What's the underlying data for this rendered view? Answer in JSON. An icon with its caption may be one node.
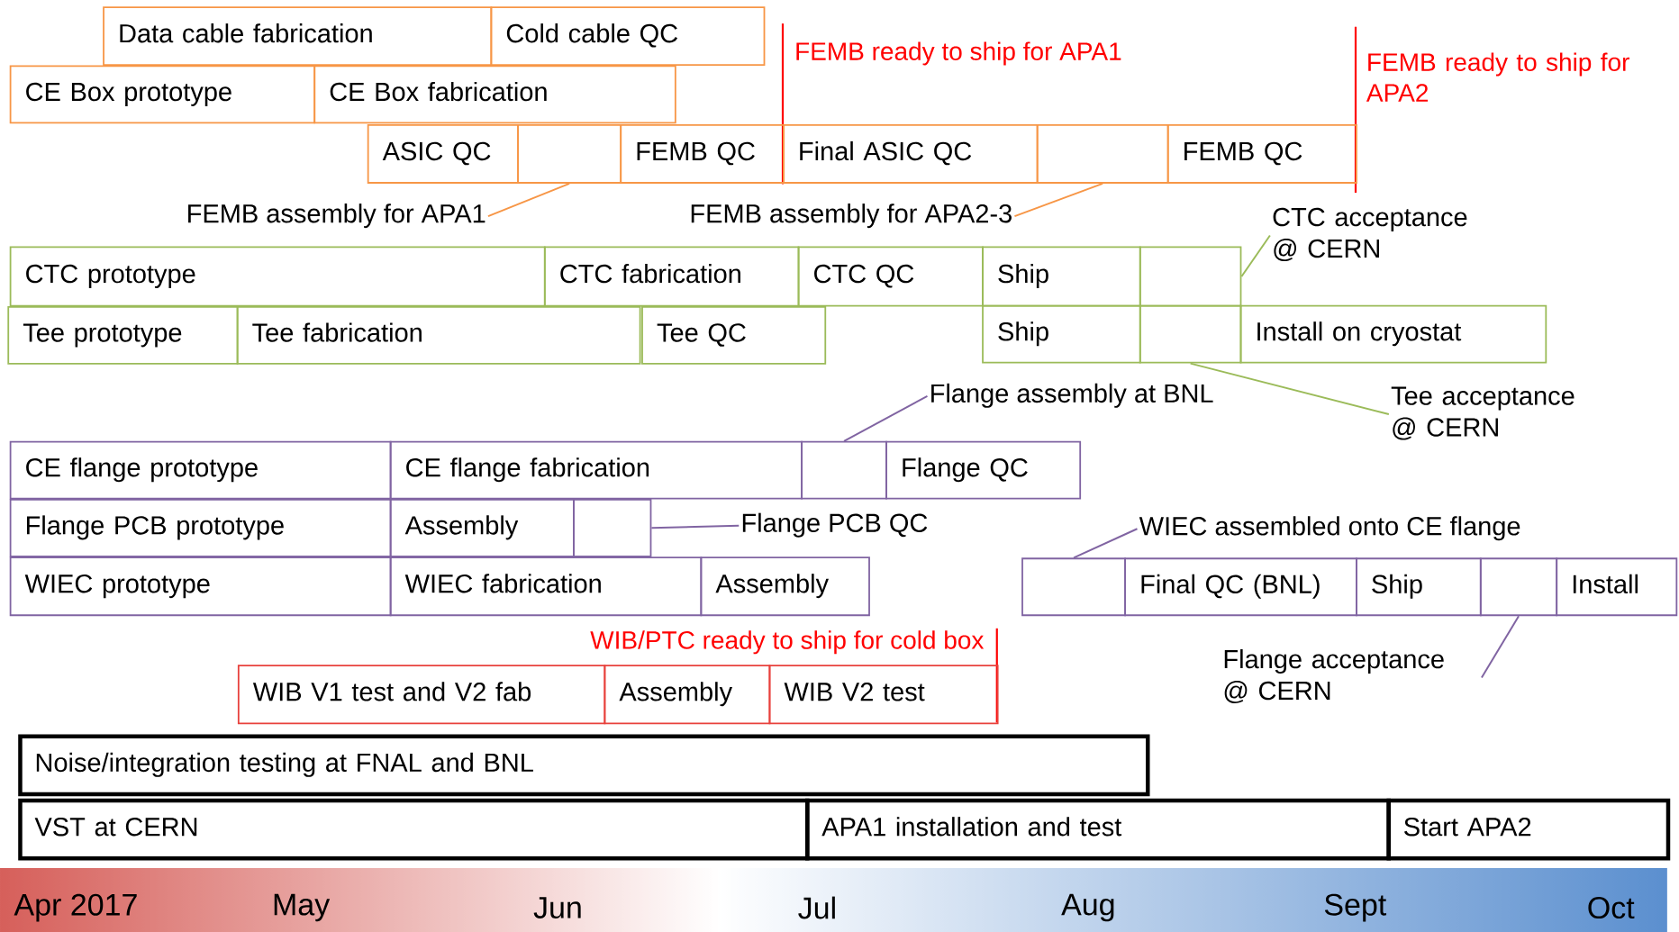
{
  "diagram": {
    "nodes": [
      {
        "text": [
          "Data cable fabrication"
        ]
      },
      {
        "text": [
          "Cold cable QC"
        ]
      },
      {
        "text": [
          "CE Box prototype"
        ]
      },
      {
        "text": [
          "CE Box fabrication"
        ]
      },
      {
        "text": [
          "ASIC QC"
        ]
      },
      {
        "text": [],
        "shape": "box"
      },
      {
        "text": [
          "FEMB QC"
        ]
      },
      {
        "text": [
          "Final ASIC QC"
        ]
      },
      {
        "text": [],
        "shape": "box"
      },
      {
        "text": [
          "FEMB QC"
        ]
      },
      {
        "text": [
          "FEMB assembly for APA1"
        ]
      },
      {
        "text": [
          "FEMB assembly for APA2-3"
        ]
      },
      {
        "text": [
          "CTC prototype"
        ]
      },
      {
        "text": [
          "CTC fabrication"
        ]
      },
      {
        "text": [
          "CTC QC"
        ]
      },
      {
        "text": [
          "Ship"
        ]
      },
      {
        "text": [],
        "shape": "box"
      },
      {
        "text": [
          "CTC acceptance @ CERN"
        ]
      },
      {
        "text": [
          "Tee prototype"
        ]
      },
      {
        "text": [
          "Tee fabrication"
        ]
      },
      {
        "text": [
          "Tee QC"
        ]
      },
      {
        "text": [
          "Ship"
        ]
      },
      {
        "text": [],
        "shape": "box"
      },
      {
        "text": [
          "Install on cryostat"
        ]
      },
      {
        "text": [
          "Tee acceptance @ CERN"
        ]
      },
      {
        "text": [
          "CE flange prototype"
        ]
      },
      {
        "text": [
          "CE flange fabrication"
        ]
      },
      {
        "text": [],
        "shape": "box"
      },
      {
        "text": [
          "Flange QC"
        ]
      },
      {
        "text": [
          "Flange assembly at BNL"
        ]
      },
      {
        "text": [
          "Flange PCB prototype"
        ]
      },
      {
        "text": [
          "Assembly"
        ]
      },
      {
        "text": [],
        "shape": "box"
      },
      {
        "text": [
          "Flange PCB QC"
        ]
      },
      {
        "text": [
          "WIEC prototype"
        ]
      },
      {
        "text": [
          "WIEC fabrication"
        ]
      },
      {
        "text": [
          "Assembly"
        ]
      },
      {
        "text": [],
        "shape": "box"
      },
      {
        "text": [
          "Final QC (BNL)"
        ]
      },
      {
        "text": [
          "Ship"
        ]
      },
      {
        "text": [],
        "shape": "box"
      },
      {
        "text": [
          "Install"
        ]
      },
      {
        "text": [
          "WIEC assembled onto CE flange"
        ]
      },
      {
        "text": [
          "Flange acceptance @ CERN"
        ]
      },
      {
        "text": [
          "WIB V1 test and V2 fab"
        ]
      },
      {
        "text": [
          "Assembly"
        ]
      },
      {
        "text": [
          "WIB V2 test"
        ]
      },
      {
        "text": [
          "Noise/integration testing at FNAL and BNL"
        ]
      },
      {
        "text": [
          "VST at CERN"
        ]
      },
      {
        "text": [
          "APA1 installation and test"
        ]
      },
      {
        "text": [
          "Start APA2"
        ]
      }
    ],
    "edges": [
      {
        "from": 10,
        "to": 5,
        "arrow": "none",
        "color": "#f79646"
      },
      {
        "from": 11,
        "to": 8,
        "arrow": "none",
        "color": "#f79646"
      },
      {
        "from": 17,
        "to": 16,
        "arrow": "none",
        "color": "#9bbb59"
      },
      {
        "from": 24,
        "to": 22,
        "arrow": "none",
        "color": "#9bbb59"
      },
      {
        "from": 29,
        "to": 27,
        "arrow": "none"
      },
      {
        "from": 33,
        "to": 32,
        "arrow": "none"
      },
      {
        "from": 42,
        "to": 37,
        "arrow": "none"
      },
      {
        "from": 43,
        "to": 40,
        "arrow": "none"
      }
    ],
    "labels": [
      "FEMB ready to ship for APA1",
      "FEMB ready to ship for APA2",
      "WIB/PTC ready to ship for cold box",
      "Apr 2017",
      "May",
      "Jun",
      "Jul",
      "Aug",
      "Sept",
      "Oct"
    ]
  }
}
